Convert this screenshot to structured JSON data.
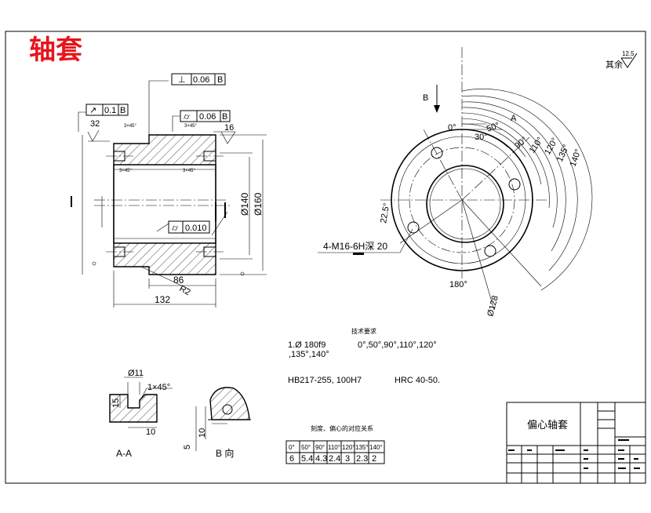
{
  "title": "轴套",
  "roughness": {
    "prefix": "其余",
    "value": "12.5"
  },
  "front_view": {
    "perp_frame": {
      "tolerance": "0.06",
      "datum": "B"
    },
    "runout_left": {
      "tolerance": "0.1",
      "datum": "B"
    },
    "runout_right": {
      "tolerance": "0.06",
      "datum": "B"
    },
    "cyl_frame": {
      "tolerance": "0.010"
    },
    "rough_left": "32",
    "rough_right": "16",
    "chamfer_1": "3×45°",
    "chamfer_2": "3×45°",
    "chamfer_3": "3×45°",
    "chamfer_4": "3×45°",
    "dia_140": "Ø140",
    "dia_160": "Ø160",
    "len_86": "86",
    "len_132": "132",
    "radius": "R2"
  },
  "side_view": {
    "label_b": "B",
    "label_a": "A",
    "angles": [
      "0°",
      "50°",
      "30°",
      "90°",
      "110°",
      "120°",
      "135°",
      "140°"
    ],
    "angle_22": "22.5°",
    "bottom": "180°",
    "hole_callout": "4-M16-6H深 20",
    "dia_128": "Ø128"
  },
  "notes": {
    "heading": "技术要求",
    "line1a": "1.Ø 180f9",
    "line1b": "0°,50°,90°,110°,120°",
    "line1c": ",135°,140° ",
    "line2": "HB217-255, 100H7",
    "line2b": "HRC 40-50."
  },
  "section_aa": {
    "dia": "Ø11",
    "chamfer": "1×45°",
    "depth": "15",
    "width": "10",
    "label": "A-A"
  },
  "view_b": {
    "dim10": "10",
    "dim5": "5",
    "label": "B 向"
  },
  "table": {
    "caption": "刻度、偏心的对应关系",
    "headers": [
      "0°",
      "50°",
      "90°",
      "110°",
      "120°",
      "135°",
      "140°"
    ],
    "values": [
      "6",
      "5.4",
      "4.3",
      "2.4",
      "3",
      "2.3",
      "2"
    ]
  },
  "title_block": {
    "name": "偏心轴套"
  }
}
